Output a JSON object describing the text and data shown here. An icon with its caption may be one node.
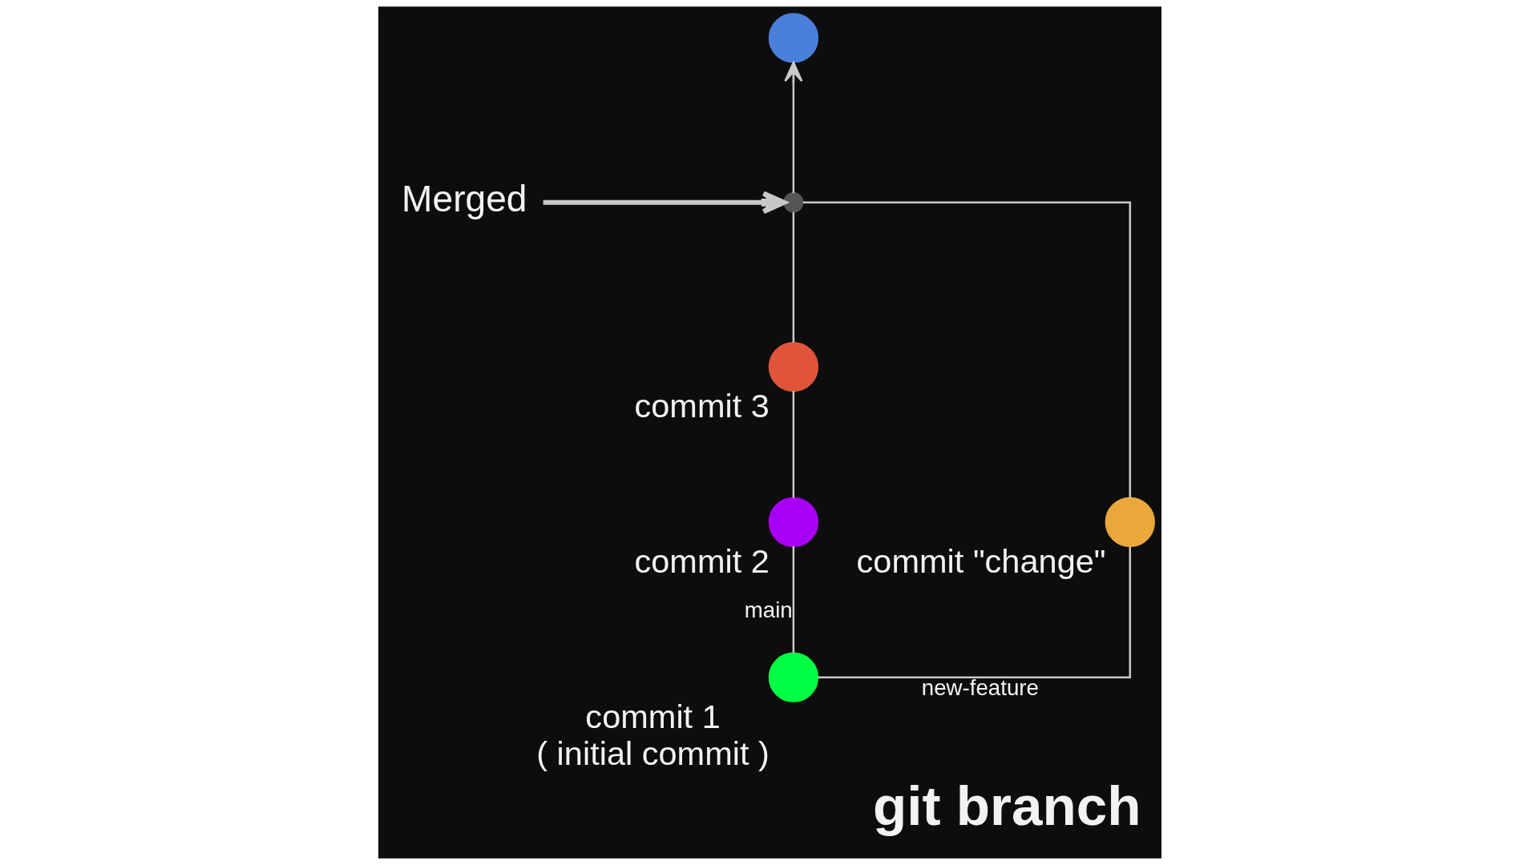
{
  "diagram": {
    "title": "git branch",
    "nodes": [
      {
        "text": [],
        "shape": "circle"
      },
      {
        "text": [],
        "shape": "circle"
      },
      {
        "text": [
          "Merged"
        ]
      },
      {
        "text": [],
        "shape": "circle",
        "beside": [
          "commit 3"
        ]
      },
      {
        "text": [],
        "shape": "circle",
        "beside": [
          "commit \"change\""
        ]
      },
      {
        "text": [],
        "shape": "circle",
        "beside": [
          "commit 2"
        ]
      },
      {
        "text": [],
        "shape": "circle",
        "beside": [
          "commit 1",
          "( initial commit )"
        ]
      }
    ],
    "edges": [
      {
        "from": 6,
        "to": 5,
        "arrow": "none",
        "label": "main"
      },
      {
        "from": 5,
        "to": 3,
        "arrow": "none"
      },
      {
        "from": 3,
        "to": 1,
        "arrow": "none"
      },
      {
        "from": 1,
        "to": 0,
        "arrow": "to"
      },
      {
        "from": 6,
        "to": 4,
        "arrow": "none",
        "label": "new-feature"
      },
      {
        "from": 4,
        "to": 1,
        "arrow": "none"
      },
      {
        "from": 2,
        "to": 1,
        "arrow": "to",
        "style": "thick"
      }
    ]
  }
}
